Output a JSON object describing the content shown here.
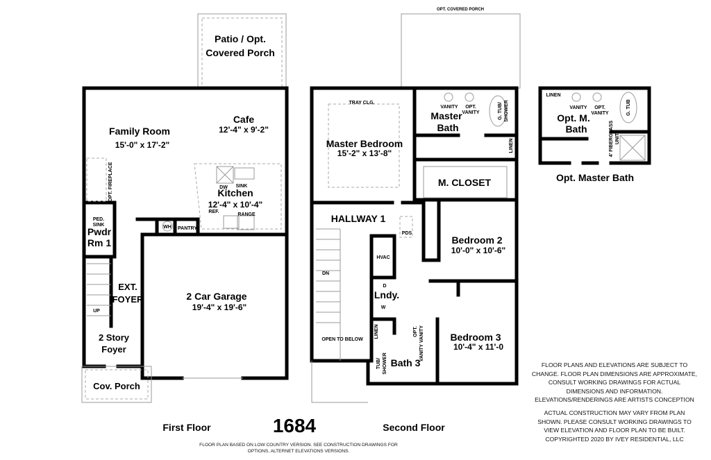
{
  "plan_number": "1684",
  "first_floor": {
    "title": "First Floor",
    "rooms": {
      "patio": "Patio / Opt.",
      "patio2": "Covered Porch",
      "family_room": "Family Room",
      "family_room_dim": "15'-0\" x 17'-2\"",
      "cafe": "Cafe",
      "cafe_dim": "12'-4\" x 9'-2\"",
      "kitchen": "Kitchen",
      "kitchen_dim": "12'-4\" x 10'-4\"",
      "dw": "DW",
      "sink": "SINK",
      "ref": "REF.",
      "range": "RANGE",
      "fireplace": "OPT. FIREPLACE",
      "ped_sink": "PED.",
      "ped_sink2": "SINK",
      "pwdr": "Pwdr",
      "pwdr2": "Rm 1",
      "wh": "WH",
      "pantry": "PANTRY",
      "ext_foyer": "EXT.",
      "ext_foyer2": "FOYER",
      "up": "UP",
      "garage": "2 Car Garage",
      "garage_dim": "19'-4\" x 19'-6\"",
      "foyer": "2 Story",
      "foyer2": "Foyer",
      "porch": "Cov. Porch"
    }
  },
  "second_floor": {
    "title": "Second Floor",
    "rooms": {
      "opt_porch": "OPT. COVERED PORCH",
      "tray": "TRAY CLG.",
      "master_bedroom": "Master Bedroom",
      "master_bedroom_dim": "15'-2\" x 13'-8\"",
      "master_bath": "Master",
      "master_bath2": "Bath",
      "vanity": "VANITY",
      "opt_vanity": "OPT.",
      "opt_vanity2": "VANITY",
      "gtub": "G. TUB/",
      "gtub2": "SHOWER",
      "linen": "LINEN",
      "closet": "M. CLOSET",
      "hallway": "HALLWAY 1",
      "pds": "PDS",
      "hvac": "HVAC",
      "dn": "DN",
      "bedroom2": "Bedroom 2",
      "bedroom2_dim": "10'-0\" x 10'-6\"",
      "lndy": "Lndy.",
      "w": "W",
      "dryer": "D",
      "bedroom3": "Bedroom 3",
      "bedroom3_dim": "10'-4\" x 11'-0",
      "open_below": "OPEN TO BELOW",
      "linen2": "LINEN",
      "tub": "TUB/",
      "tub2": "SHOWER",
      "opt_vanity3": "OPT.",
      "vanity_vanity": "VANITY VANITY",
      "bath3": "Bath 3"
    }
  },
  "opt_master_bath": {
    "title": "Opt. Master Bath",
    "linen": "LINEN",
    "vanity": "VANITY",
    "opt": "OPT.",
    "opt_vanity": "VANITY",
    "label": "Opt. M.",
    "label2": "Bath",
    "gtub": "G. TUB",
    "fiberglass": "4' FIBERGLASS",
    "unit": "UNIT"
  },
  "disclaimer_1": [
    "FLOOR PLANS AND ELEVATIONS ARE SUBJECT TO",
    "CHANGE. FLOOR PLAN DIMENSIONS ARE APPROXIMATE,",
    "CONSULT WORKING DRAWINGS FOR ACTUAL",
    "DIMENSIONS AND INFORMATION.",
    "ELEVATIONS/RENDERINGS ARE ARTISTS CONCEPTION"
  ],
  "disclaimer_2": [
    "ACTUAL CONSTRUCTION MAY VARY FROM PLAN",
    "SHOWN. PLEASE CONSULT WORKING DRAWINGS TO",
    "VIEW ELEVATION AND FLOOR PLAN TO BE BUILT.",
    "COPYRIGHTED 2020 BY IVEY RESIDENTIAL, LLC"
  ],
  "footer_note": [
    "FLOOR PLAN BASED ON LOW COUNTRY VERSION. SEE CONSTRUCTION DRAWINGS FOR",
    "OPTIONS, ALTERNET ELEVATIONS VERSIONS."
  ]
}
